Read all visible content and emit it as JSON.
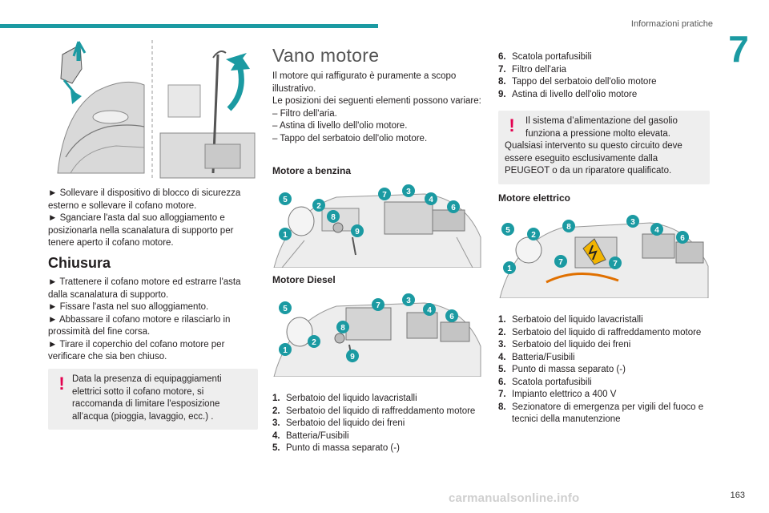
{
  "header": {
    "section_title": "Informazioni pratiche",
    "chapter_number": "7",
    "accent_color": "#1b9aa2"
  },
  "footer": {
    "page_number": "163",
    "watermark": "carmanualsonline.info"
  },
  "col1": {
    "instructions_open": [
      "► Sollevare il dispositivo di blocco di sicurezza esterno e sollevare il cofano motore.",
      "► Sganciare l'asta dal suo alloggiamento e posizionarla nella scanalatura di supporto per tenere aperto il cofano motore."
    ],
    "closing_heading": "Chiusura",
    "instructions_close": [
      "► Trattenere il cofano motore ed estrarre l'asta dalla scanalatura di supporto.",
      "► Fissare l'asta nel suo alloggiamento.",
      "► Abbassare il cofano motore e rilasciarlo in prossimità del fine corsa.",
      "► Tirare il coperchio del cofano motore per verificare che sia ben chiuso."
    ],
    "warning": "Data la presenza di equipaggiamenti elettrici sotto il cofano motore, si raccomanda di limitare l'esposizione all’acqua (pioggia, lavaggio, ecc.) ."
  },
  "col2": {
    "heading": "Vano motore",
    "intro": [
      "Il motore qui raffigurato è puramente a scopo illustrativo.",
      "Le posizioni dei seguenti elementi possono variare:",
      "– Filtro dell'aria.",
      "– Astina di livello dell'olio motore.",
      "– Tappo del serbatoio dell'olio motore."
    ],
    "petrol_heading": "Motore a benzina",
    "diesel_heading": "Motore Diesel",
    "petrol_callouts": [
      "5",
      "2",
      "8",
      "1",
      "9",
      "7",
      "3",
      "4",
      "6"
    ],
    "diesel_callouts": [
      "5",
      "7",
      "3",
      "4",
      "6",
      "8",
      "1",
      "2",
      "9"
    ],
    "list": [
      {
        "n": "1.",
        "t": "Serbatoio del liquido lavacristalli"
      },
      {
        "n": "2.",
        "t": "Serbatoio del liquido di raffreddamento motore"
      },
      {
        "n": "3.",
        "t": "Serbatoio del liquido dei freni"
      },
      {
        "n": "4.",
        "t": "Batteria/Fusibili"
      },
      {
        "n": "5.",
        "t": "Punto di massa separato (-)"
      }
    ]
  },
  "col3": {
    "list_continued": [
      {
        "n": "6.",
        "t": "Scatola portafusibili"
      },
      {
        "n": "7.",
        "t": "Filtro dell'aria"
      },
      {
        "n": "8.",
        "t": "Tappo del serbatoio dell'olio motore"
      },
      {
        "n": "9.",
        "t": "Astina di livello dell'olio motore"
      }
    ],
    "warning_first": "Il sistema d’alimentazione del gasolio funziona a pressione molto elevata.",
    "warning_rest": "Qualsiasi intervento su questo circuito deve essere eseguito esclusivamente dalla PEUGEOT o da un riparatore qualificato.",
    "electric_heading": "Motore elettrico",
    "electric_callouts": [
      "5",
      "2",
      "8",
      "1",
      "7",
      "7",
      "3",
      "4",
      "6"
    ],
    "electric_list": [
      {
        "n": "1.",
        "t": "Serbatoio del liquido lavacristalli"
      },
      {
        "n": "2.",
        "t": "Serbatoio del liquido di raffreddamento motore"
      },
      {
        "n": "3.",
        "t": "Serbatoio del liquido dei freni"
      },
      {
        "n": "4.",
        "t": "Batteria/Fusibili"
      },
      {
        "n": "5.",
        "t": "Punto di massa separato (-)"
      },
      {
        "n": "6.",
        "t": "Scatola portafusibili"
      },
      {
        "n": "7.",
        "t": "Impianto elettrico a 400 V"
      },
      {
        "n": "8.",
        "t": "Sezionatore di emergenza per vigili del fuoco e tecnici della manutenzione"
      }
    ]
  },
  "colors": {
    "callout": "#1b9aa2",
    "warning_mark": "#e3004f",
    "warning_bg": "#eeeeee"
  }
}
